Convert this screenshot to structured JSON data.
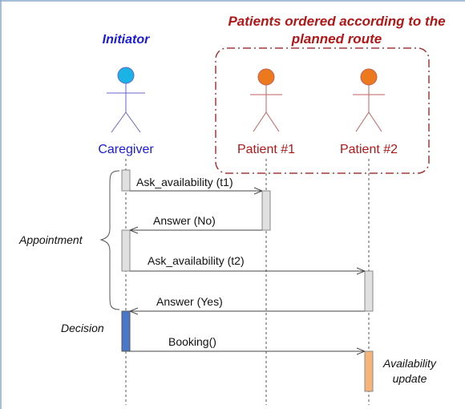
{
  "group_title": [
    "Patients ordered according to the",
    "planned route"
  ],
  "initiator_label": "Initiator",
  "actors": {
    "caregiver": "Caregiver",
    "patient1": "Patient #1",
    "patient2": "Patient #2"
  },
  "messages": {
    "m1": "Ask_availability (t1)",
    "m2": "Answer (No)",
    "m3": "Ask_availability (t2)",
    "m4": "Answer (Yes)",
    "m5": "Booking()"
  },
  "side_labels": {
    "appointment": "Appointment",
    "decision": "Decision",
    "availability_update": [
      "Availability",
      "update"
    ]
  },
  "colors": {
    "blue_text": "#1a1adc",
    "red_text": "#b01818",
    "caregiver_head": "#19b3e6",
    "patient_head": "#ec7a1c",
    "caregiver_body": "#6666cc",
    "patient_body": "#c06060",
    "group_border": "#a43838",
    "activation_grey": "#e0e0e0",
    "activation_blue": "#4a78c8",
    "activation_orange": "#f7b47a",
    "frame_border": "#88aacc"
  }
}
